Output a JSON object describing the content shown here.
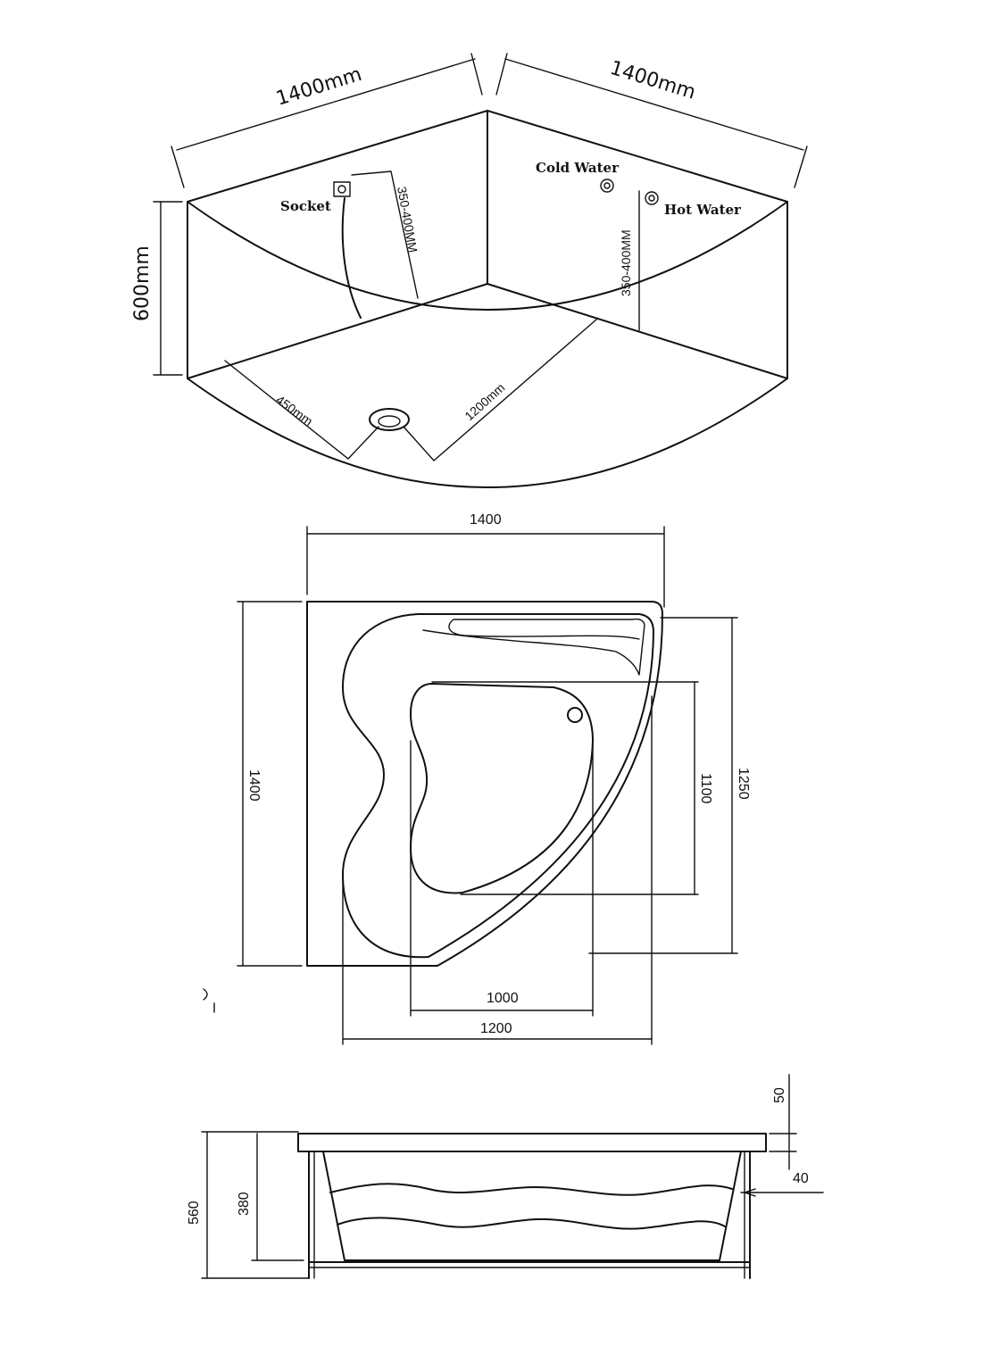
{
  "perspective": {
    "width_left": "1400mm",
    "width_right": "1400mm",
    "height": "600mm",
    "socket_label": "Socket",
    "cold_label": "Cold Water",
    "hot_label": "Hot Water",
    "socket_height": "350-400MM",
    "water_height": "350-400MM",
    "drain_left": "450mm",
    "drain_right": "1200mm"
  },
  "plan": {
    "overall_width": "1400",
    "overall_depth": "1400",
    "right_depth": "1250",
    "inner_depth": "1100",
    "inner_width": "1000",
    "outer_width": "1200"
  },
  "elevation": {
    "total_height": "560",
    "inner_height": "380",
    "rim": "50",
    "offset": "40"
  }
}
